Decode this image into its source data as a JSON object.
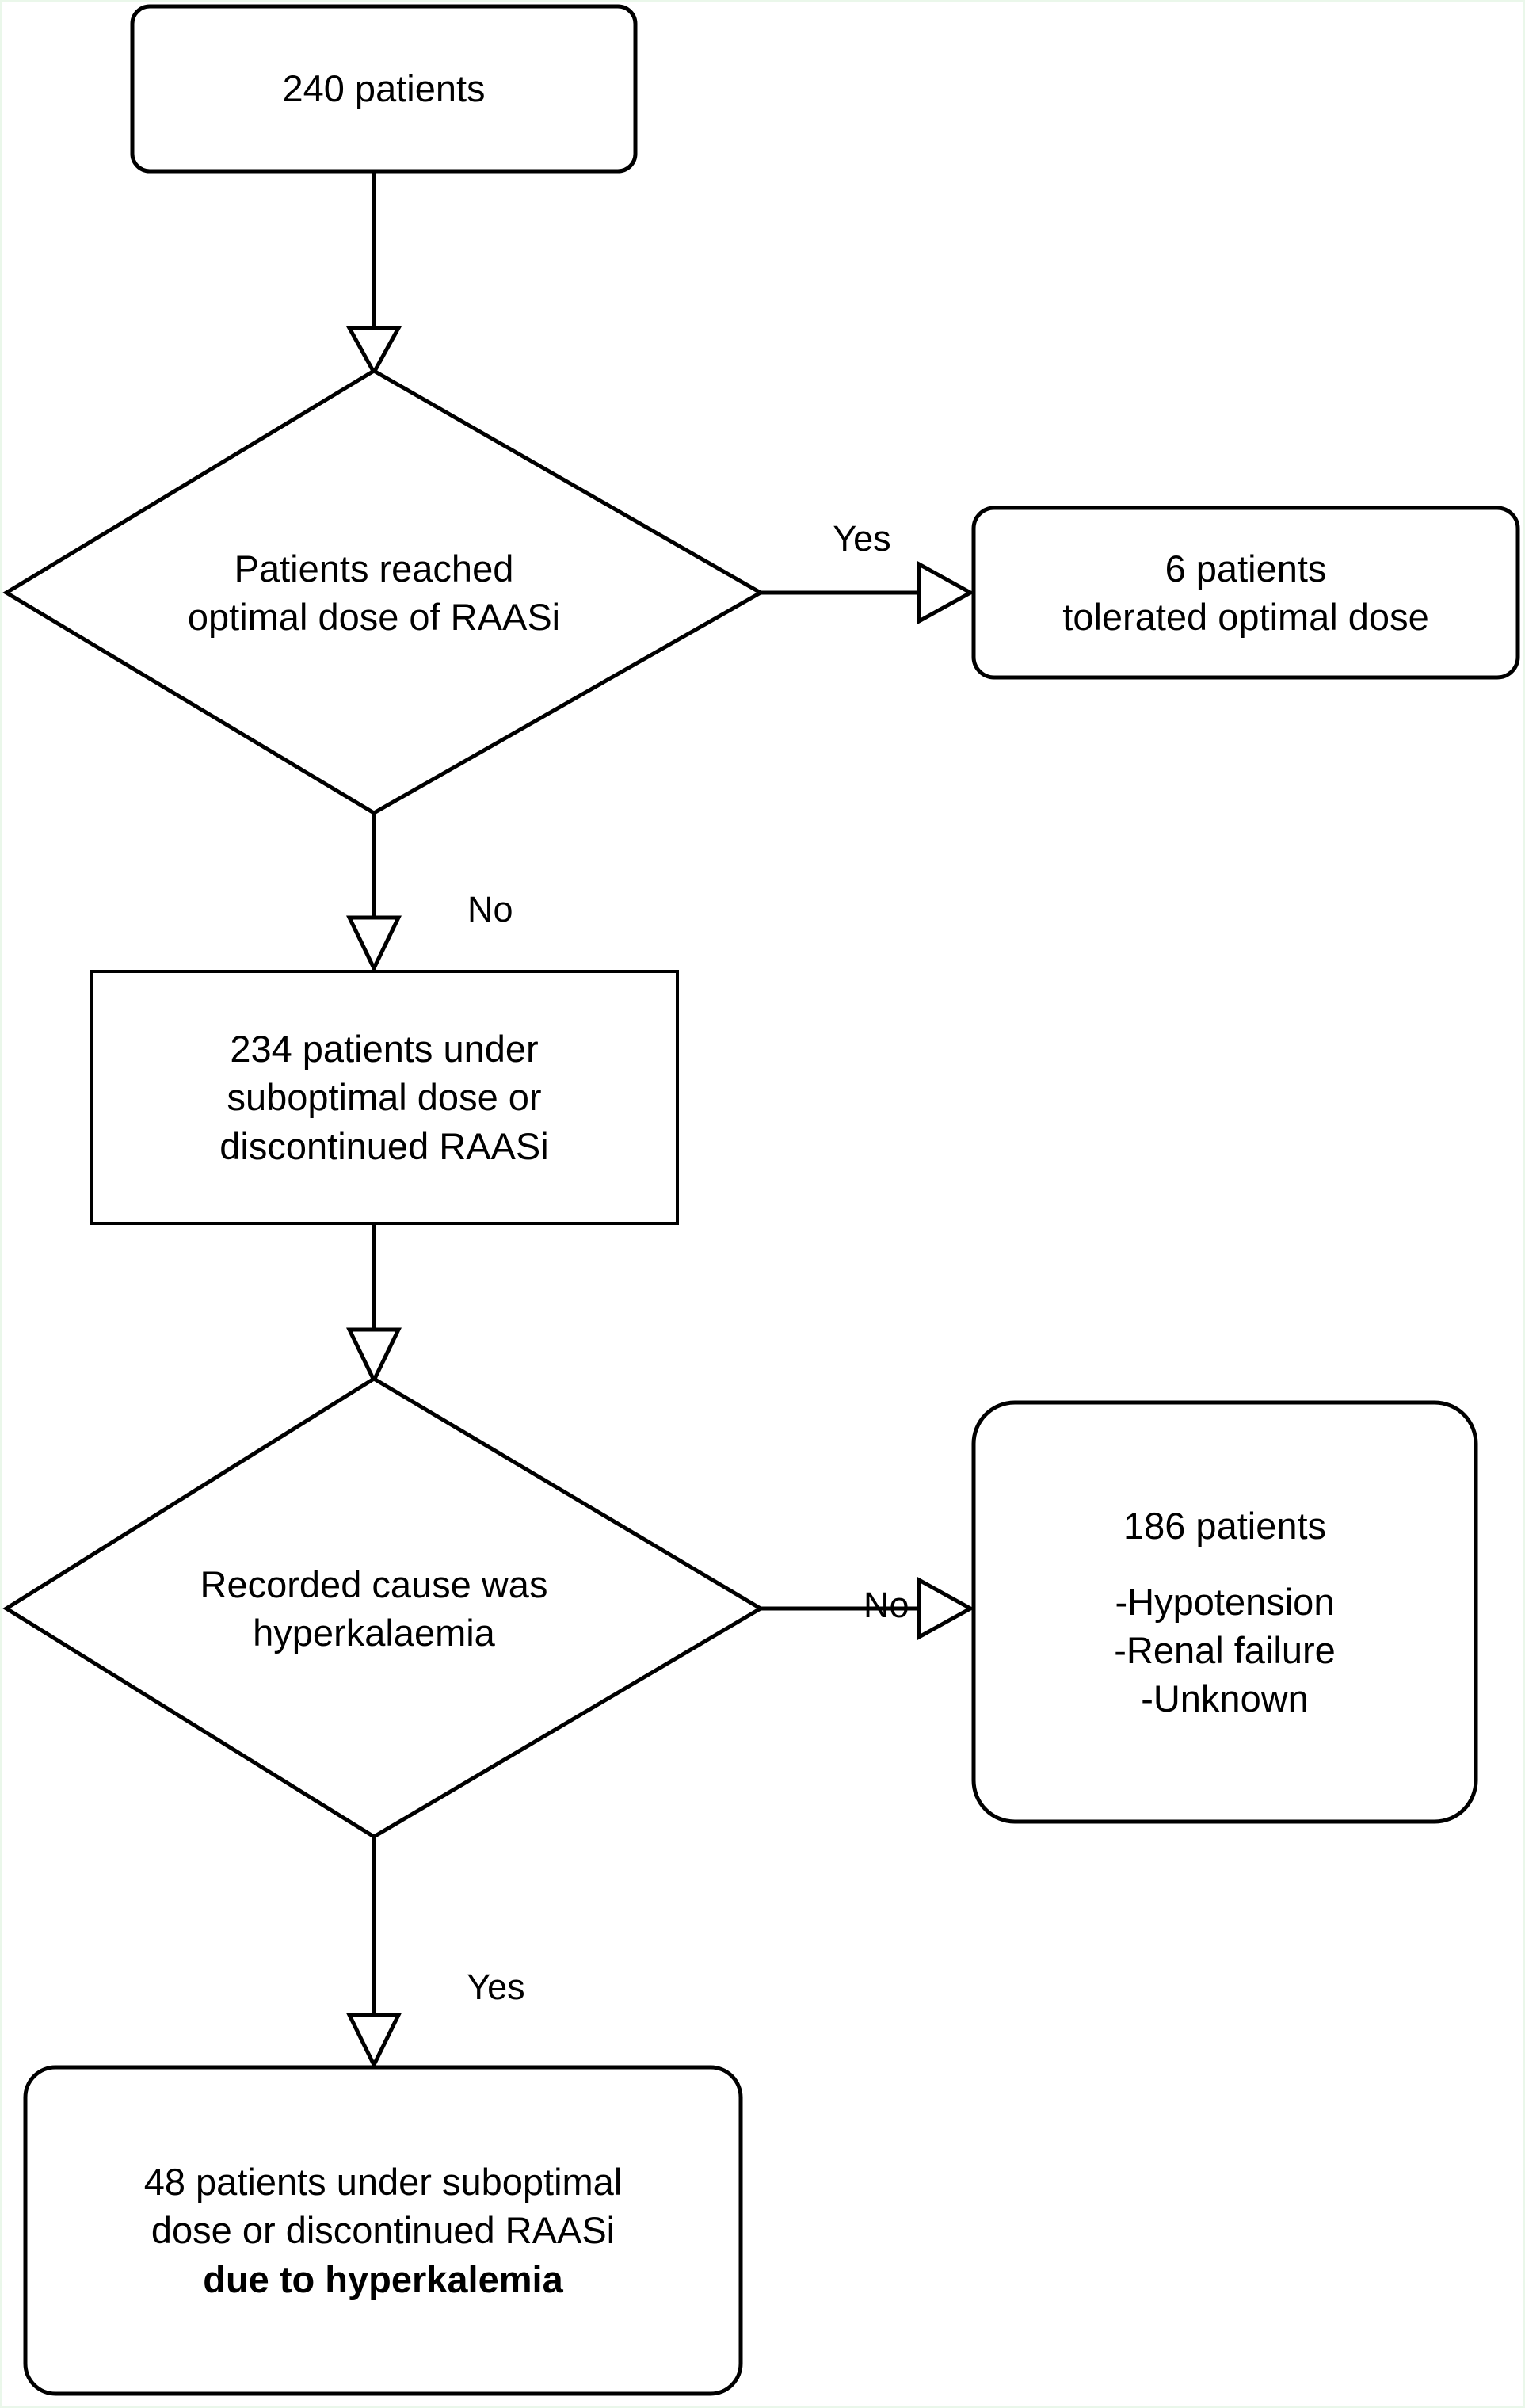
{
  "figure": {
    "type": "flowchart",
    "orientation": "top-to-bottom",
    "background_color": "#ffffff",
    "line_color": "#000000"
  },
  "nodes": {
    "start": {
      "id": "n1",
      "shape": "rounded-rectangle",
      "lines": [
        "240 patients"
      ]
    },
    "decision_optimal_dose": {
      "id": "d1",
      "shape": "diamond",
      "line1": "Patients reached",
      "line2": "optimal dose of RAASi"
    },
    "tolerated": {
      "id": "n2",
      "shape": "rounded-rectangle",
      "line1": "6 patients",
      "line2": "tolerated optimal dose"
    },
    "suboptimal_234": {
      "id": "n3",
      "shape": "rectangle",
      "line1": "234 patients under",
      "line2": "suboptimal dose or",
      "line3": "discontinued RAASi"
    },
    "decision_cause": {
      "id": "d2",
      "shape": "diamond",
      "line1": "Recorded cause was",
      "line2": "hyperkalaemia"
    },
    "other_causes_186": {
      "id": "n4",
      "shape": "rounded-rectangle",
      "line1": "186 patients",
      "line2": "-Hypotension",
      "line3": "-Renal failure",
      "line4": "-Unknown"
    },
    "final_48": {
      "id": "n5",
      "shape": "rounded-rectangle",
      "line1": "48 patients under suboptimal",
      "line2": "dose or discontinued RAASi",
      "line3": "due to hyperkalemia",
      "line3_bold": true
    }
  },
  "edges": {
    "start_to_decision1": {
      "label": ""
    },
    "decision1_yes": {
      "label": "Yes"
    },
    "decision1_no": {
      "label": "No"
    },
    "suboptimal_to_decision2": {
      "label": ""
    },
    "decision2_no": {
      "label": "No"
    },
    "decision2_yes": {
      "label": "Yes"
    }
  }
}
